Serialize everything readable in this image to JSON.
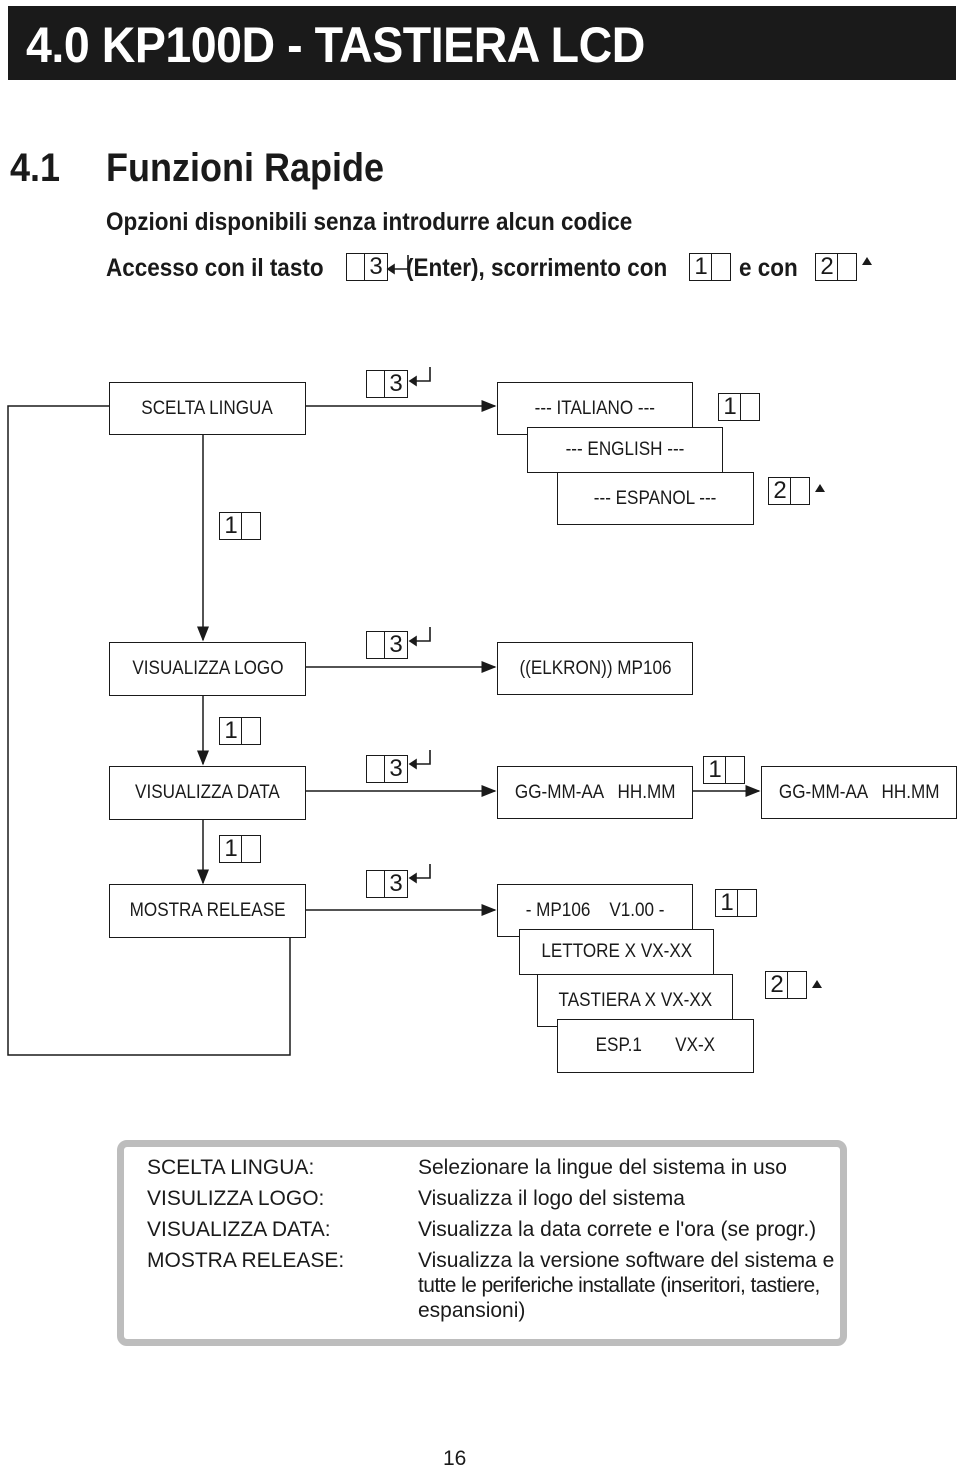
{
  "header": {
    "title": "4.0 KP100D - TASTIERA LCD"
  },
  "section": {
    "number": "4.1",
    "title": "Funzioni Rapide",
    "subtitle": "Opzioni disponibili senza introdurre alcun codice",
    "access_prefix": "Accesso con il tasto",
    "access_enter": "(Enter), scorrimento con",
    "access_and": "e con"
  },
  "keys": {
    "enter": "3",
    "scroll_down": "1",
    "scroll_up": "2"
  },
  "diagram": {
    "menu": {
      "scelta_lingua": "SCELTA LINGUA",
      "visualizza_logo": "VISUALIZZA LOGO",
      "visualizza_data": "VISUALIZZA DATA",
      "mostra_release": "MOSTRA RELEASE"
    },
    "languages": [
      "--- ITALIANO ---",
      "--- ENGLISH ---",
      "--- ESPANOL ---"
    ],
    "logo": "((ELKRON)) MP106",
    "date": [
      "GG-MM-AA   HH.MM",
      "GG-MM-AA   HH.MM"
    ],
    "release": [
      "- MP106    V1.00 -",
      "LETTORE X VX-XX",
      "TASTIERA X VX-XX",
      "ESP.1       VX-X"
    ]
  },
  "legend": [
    {
      "term": "SCELTA LINGUA:",
      "desc": [
        "Selezionare la lingue del sistema in uso"
      ]
    },
    {
      "term": "VISULIZZA LOGO:",
      "desc": [
        "Visualizza il logo del sistema"
      ]
    },
    {
      "term": "VISUALIZZA DATA:",
      "desc": [
        "Visualizza la data correte e l'ora (se progr.)"
      ]
    },
    {
      "term": "MOSTRA RELEASE:",
      "desc": [
        "Visualizza la versione software del sistema e",
        "tutte le periferiche installate (inseritori, tastiere,",
        "espansioni)"
      ]
    }
  ],
  "page_number": "16"
}
